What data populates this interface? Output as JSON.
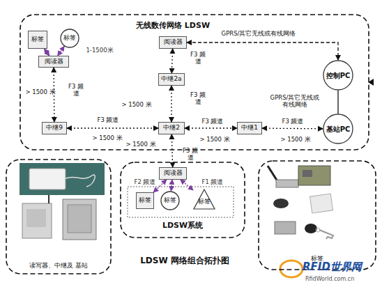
{
  "diagram": {
    "title": "LDSW 网络组合拓扑图",
    "nodes": [
      {
        "text": [
          "无线数传网络 LDSW"
        ]
      },
      {
        "text": [
          "标签"
        ],
        "in": 0
      },
      {
        "text": [
          "标签"
        ],
        "in": 0
      },
      {
        "text": [
          "阅读器"
        ],
        "in": 0
      },
      {
        "text": [
          "阅读器"
        ],
        "in": 0
      },
      {
        "text": [
          "控制PC"
        ],
        "in": 0
      },
      {
        "text": [
          "中继2a"
        ],
        "in": 0
      },
      {
        "text": [
          "中继9"
        ],
        "in": 0
      },
      {
        "text": [
          "中继2"
        ],
        "in": 0
      },
      {
        "text": [
          "中继1"
        ],
        "in": 0
      },
      {
        "text": [
          "基站PC"
        ],
        "in": 0
      },
      {
        "text": [
          "读写器、中继及 基站"
        ]
      },
      {
        "text": [
          "LDSW系统"
        ]
      },
      {
        "text": [
          "阅读器"
        ],
        "in": 12
      },
      {
        "text": [
          "标签"
        ],
        "in": 12
      },
      {
        "text": [
          "标签"
        ],
        "in": 12
      },
      {
        "text": [
          "标签"
        ],
        "in": 12
      },
      {
        "text": [
          "标签"
        ]
      }
    ],
    "edges": [
      {
        "from": 1,
        "to": 3,
        "arrow": "both"
      },
      {
        "from": 2,
        "to": 3,
        "label": "1-1500米",
        "arrow": "both"
      },
      {
        "from": 3,
        "to": 7,
        "label": "F3 频道",
        "arrow": "both"
      },
      {
        "from": 4,
        "to": 5,
        "label": "GPRS/其它无线或有线网络",
        "arrow": "both"
      },
      {
        "from": 4,
        "to": 6,
        "label": "F3 频道",
        "arrow": "both"
      },
      {
        "from": 6,
        "to": 8,
        "label": "F3 频道",
        "arrow": "both"
      },
      {
        "from": 7,
        "to": 8,
        "label": "F3 频道",
        "arrow": "both"
      },
      {
        "from": 8,
        "to": 9,
        "label": "F3 频道",
        "arrow": "both"
      },
      {
        "from": 9,
        "to": 10,
        "label": "F3 频道",
        "arrow": "both"
      },
      {
        "from": 5,
        "to": 10,
        "label": "GPRS/其它无线或有线网络",
        "arrow": "none"
      },
      {
        "from": 8,
        "to": 13,
        "label": "F3 频道",
        "arrow": "both"
      },
      {
        "from": 13,
        "to": 14,
        "label": "F2 频道",
        "arrow": "both"
      },
      {
        "from": 13,
        "to": 15,
        "arrow": "both"
      },
      {
        "from": 13,
        "to": 16,
        "label": "F1 频道",
        "arrow": "both"
      }
    ],
    "labels": [
      "> 1500 米",
      "> 1500 米",
      "> 1500 米",
      "> 1500 米",
      "> 1500 米",
      "> 1500 米",
      "RFID世界网",
      "RfidWorld.com.cn"
    ]
  }
}
